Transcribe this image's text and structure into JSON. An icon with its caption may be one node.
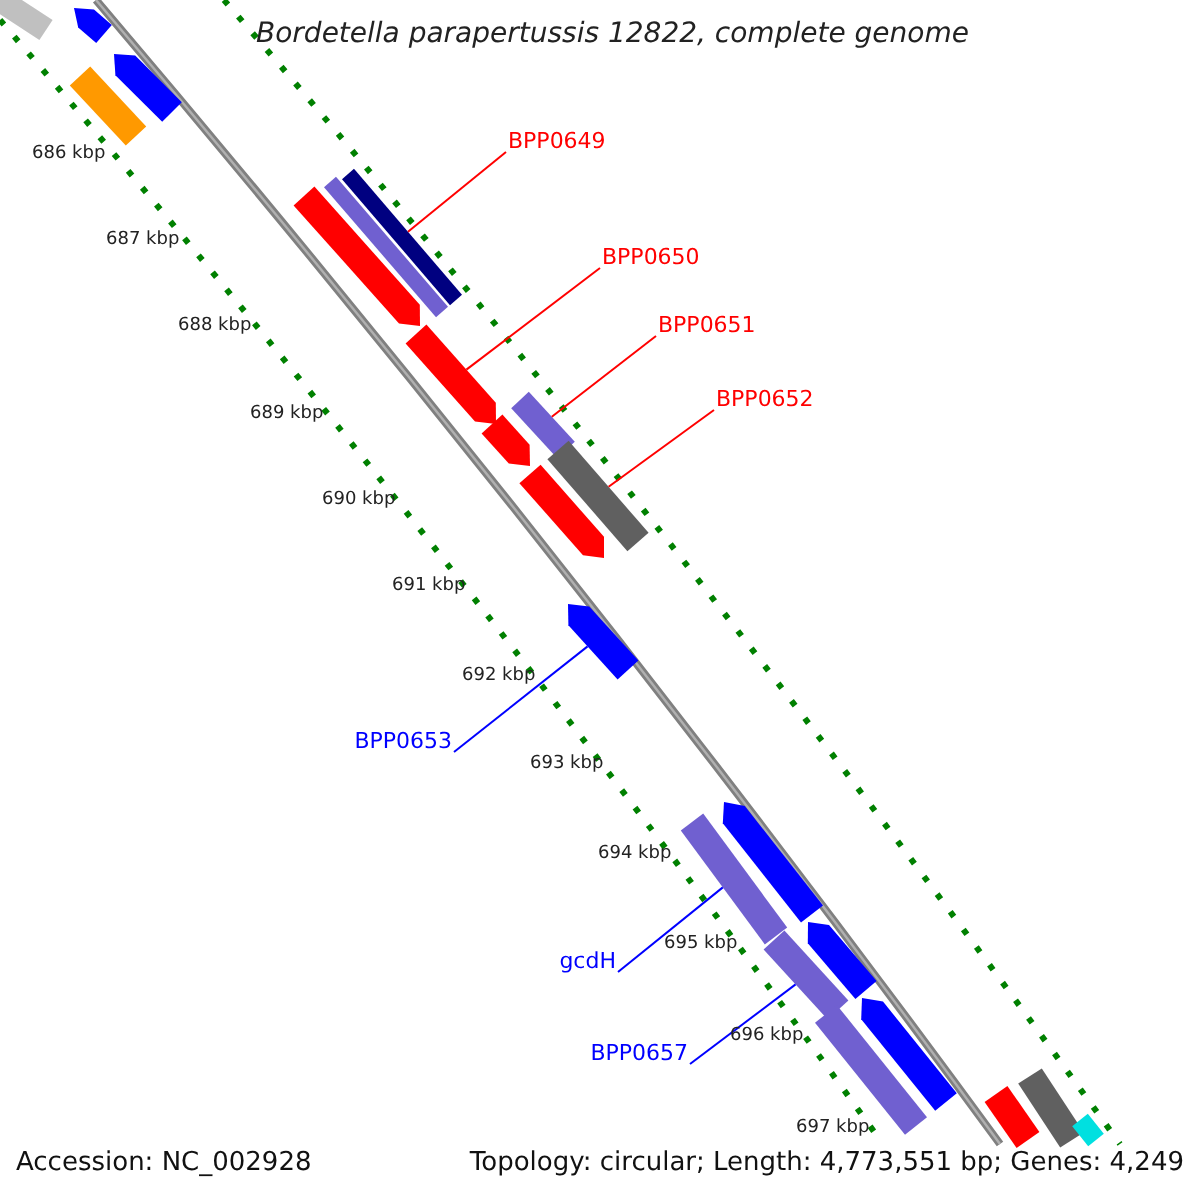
{
  "diagram": {
    "title": "Bordetella parapertussis 12822, complete genome",
    "nodes": [
      {
        "text": [
          "BPP0649"
        ]
      },
      {
        "text": [
          "BPP0650"
        ]
      },
      {
        "text": [
          "BPP0651"
        ]
      },
      {
        "text": [
          "BPP0652"
        ]
      },
      {
        "text": [
          "BPP0653"
        ]
      },
      {
        "text": [
          "gcdH"
        ]
      },
      {
        "text": [
          "BPP0657"
        ]
      },
      {
        "text": [],
        "shape": "bar"
      },
      {
        "text": [],
        "shape": "bar"
      },
      {
        "text": [],
        "shape": "bar"
      },
      {
        "text": [],
        "shape": "bar"
      },
      {
        "text": [],
        "shape": "bar"
      },
      {
        "text": [],
        "shape": "bar"
      },
      {
        "text": [],
        "shape": "bar"
      },
      {
        "text": [],
        "shape": "bar"
      },
      {
        "text": [],
        "shape": "bar"
      },
      {
        "text": [],
        "shape": "bar"
      },
      {
        "text": [],
        "shape": "bar"
      },
      {
        "text": [],
        "shape": "bar"
      },
      {
        "text": [],
        "shape": "bar"
      },
      {
        "text": [],
        "shape": "bar"
      },
      {
        "text": [],
        "shape": "bar"
      },
      {
        "text": [],
        "shape": "bar"
      },
      {
        "text": [],
        "shape": "bar"
      },
      {
        "text": [],
        "shape": "bar"
      },
      {
        "text": [],
        "shape": "bar"
      },
      {
        "text": [],
        "shape": "bar"
      },
      {
        "text": [],
        "shape": "bar"
      },
      {
        "text": [],
        "shape": "bar"
      }
    ],
    "edges": [
      {
        "from": 0,
        "to": 7,
        "arrow": "none"
      },
      {
        "from": 1,
        "to": 8,
        "arrow": "none"
      },
      {
        "from": 2,
        "to": 9,
        "arrow": "none"
      },
      {
        "from": 3,
        "to": 10,
        "arrow": "none"
      },
      {
        "from": 4,
        "to": 11,
        "arrow": "none",
        "color": "#0000ff"
      },
      {
        "from": 5,
        "to": 12,
        "arrow": "none",
        "color": "#0000ff"
      },
      {
        "from": 6,
        "to": 13,
        "arrow": "none",
        "color": "#0000ff"
      }
    ],
    "labels": [
      "686 kbp",
      "687 kbp",
      "688 kbp",
      "689 kbp",
      "690 kbp",
      "691 kbp",
      "692 kbp",
      "693 kbp",
      "694 kbp",
      "695 kbp",
      "696 kbp",
      "697 kbp",
      "Accession: NC_002928",
      "Topology: circular; Length: 4,773,551 bp; Genes: 4,249"
    ]
  }
}
